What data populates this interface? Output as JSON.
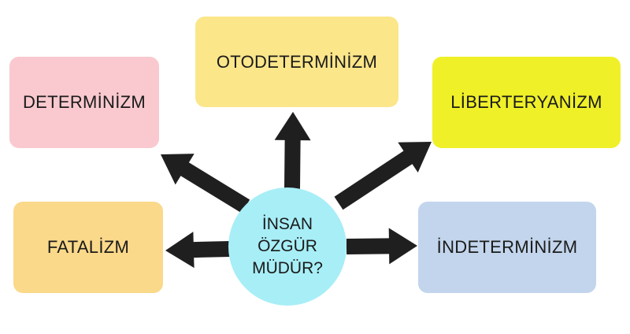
{
  "center": {
    "lines": [
      "İNSAN",
      "ÖZGÜR",
      "MÜDÜR?"
    ],
    "color": "#a8eef7"
  },
  "boxes": {
    "determinizm": {
      "label": "DETERMİNİZM",
      "color": "#f9c9cf"
    },
    "otodeterminizm": {
      "label": "OTODETERMİNİZM",
      "color": "#fbe68a"
    },
    "liberteryanizm": {
      "label": "LİBERTERYANİZM",
      "color": "#eff028"
    },
    "fatalizm": {
      "label": "FATALİZM",
      "color": "#fbd98a"
    },
    "indeterminizm": {
      "label": "İNDETERMİNİZM",
      "color": "#c3d5ec"
    }
  },
  "arrow_color": "#1f1f1f"
}
